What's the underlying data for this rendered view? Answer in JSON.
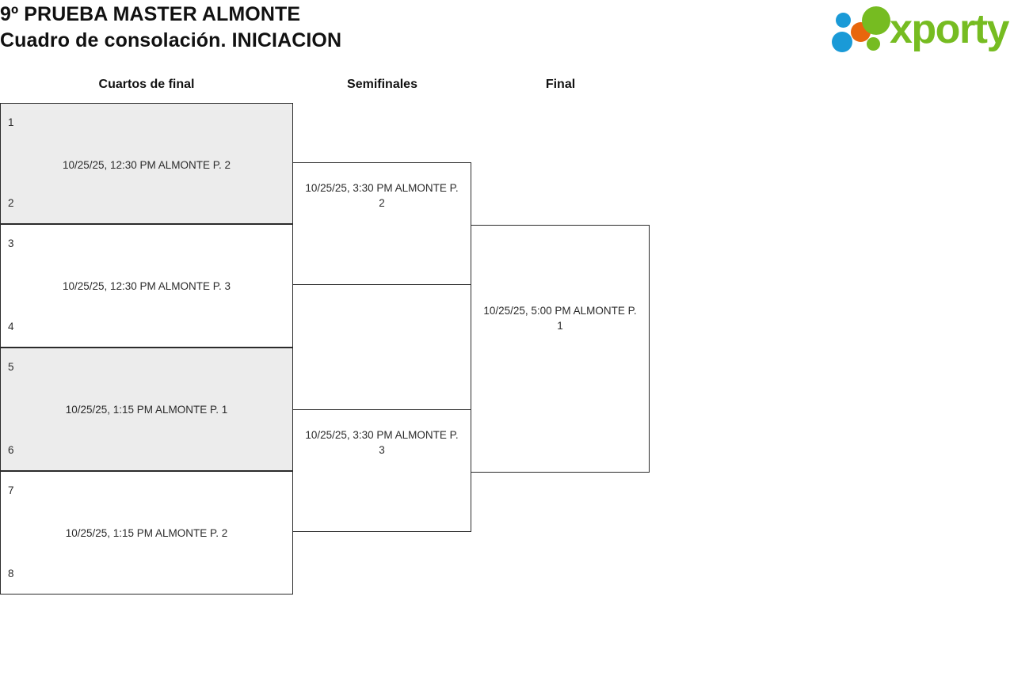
{
  "header": {
    "title_line1": "9º PRUEBA MASTER ALMONTE",
    "title_line2": "Cuadro de consolación. INICIACION",
    "title": "9º PRUEBA MASTER ALMONTE\nCuadro de consolación. INICIACION"
  },
  "logo": {
    "wordmark": "xporty",
    "colors": {
      "green": "#76bc21",
      "blue": "#1a9ad7",
      "orange": "#e8660c"
    }
  },
  "rounds": [
    {
      "id": "quarterfinals",
      "label": "Cuartos de final"
    },
    {
      "id": "semifinals",
      "label": "Semifinales"
    },
    {
      "id": "final",
      "label": "Final"
    }
  ],
  "bracket": {
    "quarterfinals": [
      {
        "seed_top": "1",
        "seed_bottom": "2",
        "info": "10/25/25, 12:30 PM ALMONTE P. 2",
        "shaded": true
      },
      {
        "seed_top": "3",
        "seed_bottom": "4",
        "info": "10/25/25, 12:30 PM ALMONTE P. 3",
        "shaded": false
      },
      {
        "seed_top": "5",
        "seed_bottom": "6",
        "info": "10/25/25, 1:15 PM ALMONTE P. 1",
        "shaded": true
      },
      {
        "seed_top": "7",
        "seed_bottom": "8",
        "info": "10/25/25, 1:15 PM ALMONTE P. 2",
        "shaded": false
      }
    ],
    "semifinals": [
      {
        "info": "10/25/25, 3:30 PM ALMONTE P. 2"
      },
      {
        "info": "10/25/25, 3:30 PM ALMONTE P. 3"
      }
    ],
    "final": [
      {
        "info": "10/25/25, 5:00 PM ALMONTE P. 1"
      }
    ]
  },
  "theme": {
    "shaded_row": "#ececec",
    "border": "#2b2b2b",
    "text": "#2b2b2b",
    "heading": "#111111",
    "background": "#ffffff"
  }
}
